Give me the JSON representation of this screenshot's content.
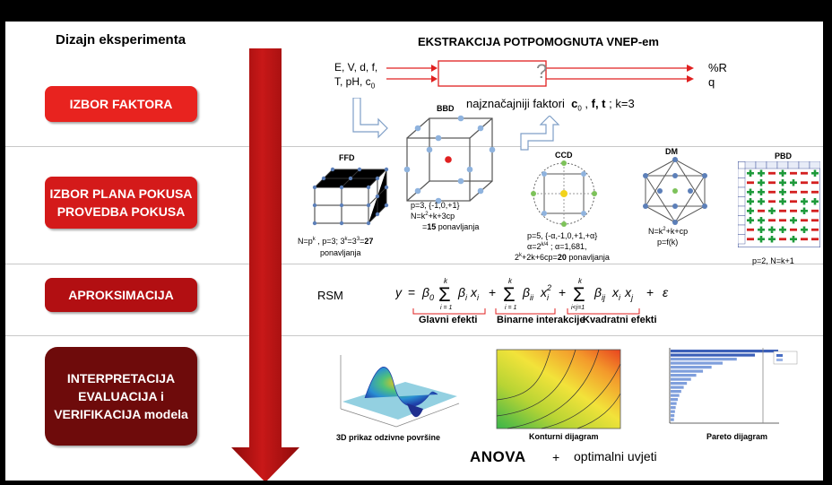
{
  "left_title": "Dizajn eksperimenta",
  "steps": [
    {
      "label_1": "IZBOR FAKTORA"
    },
    {
      "label_1": "IZBOR PLANA POKUSA",
      "label_2": "PROVEDBA POKUSA"
    },
    {
      "label_1": "APROKSIMACIJA"
    },
    {
      "label_1": "INTERPRETACIJA",
      "label_2": "EVALUACIJA i",
      "label_3": "VERIFIKACIJA modela"
    }
  ],
  "colors": {
    "step1": "#e8231f",
    "step2": "#d41a1a",
    "step3": "#b20f12",
    "step4": "#6e0b0b",
    "arrow": "#b51515",
    "arrow_dark": "#7a0707"
  },
  "extraction": {
    "title": "EKSTRAKCIJA POTPOMOGNUTA VNEP-em",
    "inputs_line1": "E, V, d, f,",
    "inputs_line2": "T, pH, c",
    "inputs_sub": "0",
    "box_symbol": "?",
    "output_1": "%R",
    "output_2": "q",
    "factors_text": "najznačajniji faktori",
    "factors_c": "c",
    "factors_c_sub": "0",
    "factors_sep": " ,",
    "factors_ft": "f, t",
    "factors_k": " ; k=3"
  },
  "designs": {
    "ffd": {
      "name": "FFD",
      "line1": "N=p",
      "line1_sup": "k",
      "line1b": " , p=3; 3",
      "line1b_sup": "k",
      "line1c": "=3",
      "line1c_sup": "3",
      "line1d": "=",
      "line1d_b": "27",
      "line2": "ponavljanja"
    },
    "bbd": {
      "name": "BBD",
      "line1": "p=3, {-1,0,+1}",
      "line2": "N=k",
      "line2_sup": "2",
      "line2b": "+k+3cp",
      "line3": "=",
      "line3_b": "15",
      "line3c": " ponavljanja"
    },
    "ccd": {
      "name": "CCD",
      "line1": "p=5, {-α,-1,0,+1,+α}",
      "line2": "α=2",
      "line2_sup": "k/4",
      "line2b": " ; α=1,681,",
      "line3": "2",
      "line3_sup": "k",
      "line3b": "+2k+6cp=",
      "line3_b": "20",
      "line3c": " ponavljanja"
    },
    "dm": {
      "name": "DM",
      "line1": "N=k",
      "line1_sup": "2",
      "line1b": "+k+cp",
      "line2": "p=f(k)"
    },
    "pbd": {
      "name": "PBD",
      "line1": "p=2, N=k+1"
    }
  },
  "rsm": {
    "label": "RSM",
    "equation": "y = β0 Σ βi xi + Σ βii xi² + Σ βij xi xj + ε",
    "effect_1": "Glavni efekti",
    "effect_2": "Binarne interakcije",
    "effect_3": "Kvadratni efekti"
  },
  "plots": {
    "surface_caption": "3D prikaz odzivne površine",
    "contour_caption": "Konturni dijagram",
    "pareto_caption": "Pareto dijagram"
  },
  "bottom": {
    "anova": "ANOVA",
    "plus": "+",
    "rest": "optimalni uvjeti"
  }
}
